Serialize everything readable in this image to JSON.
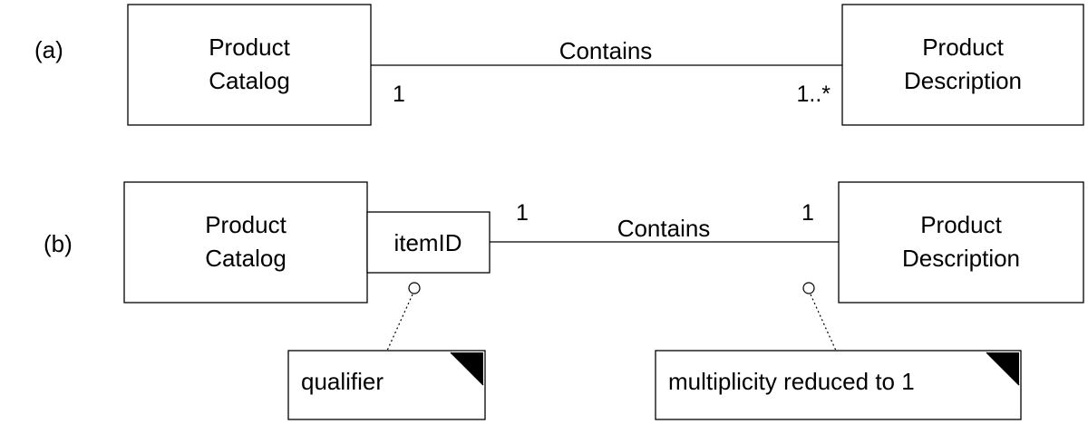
{
  "diagram_a": {
    "label": "(a)",
    "left_class": {
      "line1": "Product",
      "line2": "Catalog"
    },
    "right_class": {
      "line1": "Product",
      "line2": "Description"
    },
    "association": "Contains",
    "left_multiplicity": "1",
    "right_multiplicity": "1..*"
  },
  "diagram_b": {
    "label": "(b)",
    "left_class": {
      "line1": "Product",
      "line2": "Catalog"
    },
    "qualifier_box": "itemID",
    "right_class": {
      "line1": "Product",
      "line2": "Description"
    },
    "association": "Contains",
    "left_multiplicity": "1",
    "right_multiplicity": "1",
    "note_qualifier": "qualifier",
    "note_multiplicity": "multiplicity reduced to 1"
  }
}
